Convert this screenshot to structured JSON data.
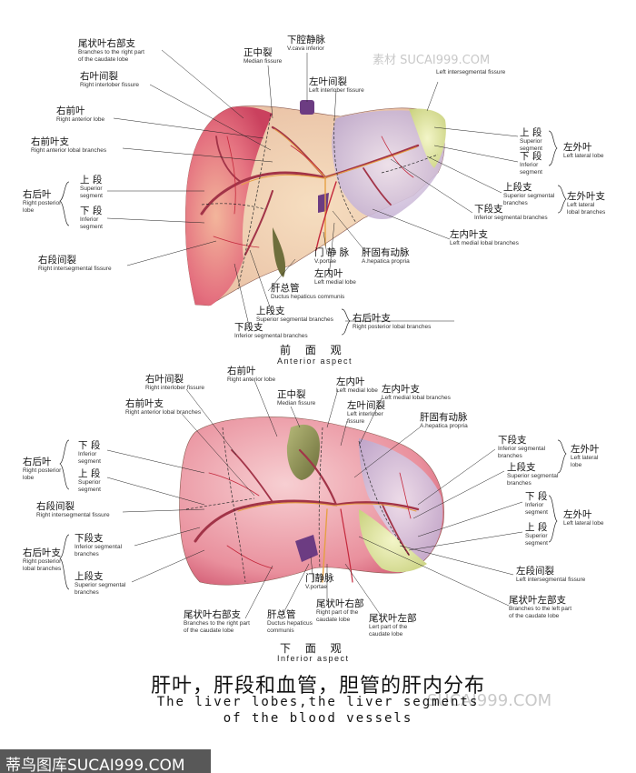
{
  "watermarks": {
    "top": "素材 SUCAI999.COM",
    "middle": "SUCAI999.COM"
  },
  "footer": {
    "brand": "蒂鸟图库SUCAI999.COM"
  },
  "title": {
    "zh": "肝叶，肝段和血管，胆管的肝内分布",
    "en_line1": "The liver lobes,the liver segments",
    "en_line2": "of the blood vessels"
  },
  "anterior": {
    "view_zh": "前 面 观",
    "view_en": "Anterior aspect",
    "labels": [
      {
        "id": "a-caudate-right",
        "zh": "尾状叶右部支",
        "en": "Branches to the right part|of the caudate lobe"
      },
      {
        "id": "a-ivc",
        "zh": "下腔静脉",
        "en": "V.cava inferior"
      },
      {
        "id": "a-median",
        "zh": "正中裂",
        "en": "Median fissure"
      },
      {
        "id": "a-right-interlobar",
        "zh": "右叶间裂",
        "en": "Right interlober fissure"
      },
      {
        "id": "a-left-interlobar",
        "zh": "左叶间裂",
        "en": "Left interlober fissure"
      },
      {
        "id": "a-left-interseg",
        "zh": "",
        "en": "Left intersegmental fissure"
      },
      {
        "id": "a-right-anterior",
        "zh": "右前叶",
        "en": "Right anterior lobe"
      },
      {
        "id": "a-right-anterior-br",
        "zh": "右前叶支",
        "en": "Right anterior lobal branches"
      },
      {
        "id": "a-upper-seg",
        "zh": "上 段",
        "en": "Superior|segment"
      },
      {
        "id": "a-lower-seg",
        "zh": "下 段",
        "en": "Inferior|segment"
      },
      {
        "id": "a-right-posterior",
        "zh": "右后叶",
        "en": "Right posterior|lobe"
      },
      {
        "id": "a-rp-sup",
        "zh": "上 段",
        "en": "Superior|segment"
      },
      {
        "id": "a-rp-inf",
        "zh": "下 段",
        "en": "Inferior|segment"
      },
      {
        "id": "a-left-lateral",
        "zh": "左外叶",
        "en": "Left lateral lobe"
      },
      {
        "id": "a-sup-br",
        "zh": "上段支",
        "en": "Superior segmental|branches"
      },
      {
        "id": "a-inf-br",
        "zh": "下段支",
        "en": "Inferior segmental branches"
      },
      {
        "id": "a-left-lat-br",
        "zh": "左外叶支",
        "en": "Left lateral|lobal branches"
      },
      {
        "id": "a-right-interseg",
        "zh": "右段间裂",
        "en": "Right intersegmental fissure"
      },
      {
        "id": "a-left-medial-br",
        "zh": "左内叶支",
        "en": "Left medial lobal branches"
      },
      {
        "id": "a-portal",
        "zh": "门 静 脉",
        "en": "V.portae"
      },
      {
        "id": "a-hepatic-artery",
        "zh": "肝固有动脉",
        "en": "A.hepatica propria"
      },
      {
        "id": "a-left-medial",
        "zh": "左内叶",
        "en": "Left medial lobe"
      },
      {
        "id": "a-common-duct",
        "zh": "肝总管",
        "en": "Ductus hepaticus communis"
      },
      {
        "id": "a-sup-seg-br",
        "zh": "上段支",
        "en": "Superior segmental branches"
      },
      {
        "id": "a-inf-seg-br",
        "zh": "下段支",
        "en": "Inferior segmental branches"
      },
      {
        "id": "a-rp-br",
        "zh": "右后叶支",
        "en": "Right posterior lobal branches"
      }
    ]
  },
  "inferior": {
    "view_zh": "下 面 观",
    "view_en": "Inferior aspect",
    "labels": [
      {
        "id": "i-right-interlobar",
        "zh": "右叶间裂",
        "en": "Right interlober fissure"
      },
      {
        "id": "i-right-anterior",
        "zh": "右前叶",
        "en": "Right anterior lobe"
      },
      {
        "id": "i-left-medial",
        "zh": "左内叶",
        "en": "Left medial lobe"
      },
      {
        "id": "i-left-medial-br",
        "zh": "左内叶支",
        "en": "Left medial lobal branches"
      },
      {
        "id": "i-median",
        "zh": "正中裂",
        "en": "Median fissure"
      },
      {
        "id": "i-right-anterior-br",
        "zh": "右前叶支",
        "en": "Right anterior lobal branches"
      },
      {
        "id": "i-left-interlobar",
        "zh": "左叶间裂",
        "en": "Left interlober|fissure"
      },
      {
        "id": "i-hepatic-artery",
        "zh": "肝固有动脉",
        "en": "A.hepatica propria"
      },
      {
        "id": "i-lower-seg",
        "zh": "下 段",
        "en": "Inferior|segment"
      },
      {
        "id": "i-right-posterior",
        "zh": "右后叶",
        "en": "Right posterior|lobe"
      },
      {
        "id": "i-upper-seg",
        "zh": "上 段",
        "en": "Superior|segment"
      },
      {
        "id": "i-inf-seg-br",
        "zh": "下段支",
        "en": "Inferior segmental|branches"
      },
      {
        "id": "i-left-lateral",
        "zh": "左外叶",
        "en": "Left lateral|lobe"
      },
      {
        "id": "i-sup-seg-br",
        "zh": "上段支",
        "en": "Superior segmental|branches"
      },
      {
        "id": "i-right-interseg",
        "zh": "右段间裂",
        "en": "Right intersegmental fissure"
      },
      {
        "id": "i-ll-inf",
        "zh": "下 段",
        "en": "Inferior|segment"
      },
      {
        "id": "i-left-lateral-lobe",
        "zh": "左外叶",
        "en": "Left lateral lobe"
      },
      {
        "id": "i-ll-sup",
        "zh": "上 段",
        "en": "Superior|segment"
      },
      {
        "id": "i-rp-inf-br",
        "zh": "下段支",
        "en": "Inferior segmental|branches"
      },
      {
        "id": "i-right-posterior-br",
        "zh": "右后叶支",
        "en": "Right posterior|lobal branches"
      },
      {
        "id": "i-rp-sup-br",
        "zh": "上段支",
        "en": "Superior segmental|branches"
      },
      {
        "id": "i-left-interseg",
        "zh": "左段间裂",
        "en": "Left intersegmental fissure"
      },
      {
        "id": "i-portal",
        "zh": "门静脉",
        "en": "V.portae"
      },
      {
        "id": "i-caudate-left",
        "zh": "尾状叶左部支",
        "en": "Branches to the left part|of the caudate lobe"
      },
      {
        "id": "i-caudate-right-br",
        "zh": "尾状叶右部支",
        "en": "Branches to the right part|of the caudate lobe"
      },
      {
        "id": "i-common-duct",
        "zh": "肝总管",
        "en": "Ductus hepaticus|communis"
      },
      {
        "id": "i-caudate-right",
        "zh": "尾状叶右部",
        "en": "Right part of the|caudate lobe"
      },
      {
        "id": "i-caudate-left-part",
        "zh": "尾状叶左部",
        "en": "Lert part of the|caudate lobe"
      }
    ]
  }
}
